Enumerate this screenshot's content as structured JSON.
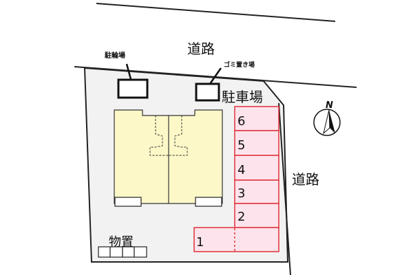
{
  "labels": {
    "road_top": "道路",
    "road_right": "道路",
    "bicycle_parking": "駐輪場",
    "garbage_area": "ゴミ置き場",
    "parking": "駐車場",
    "storage": "物置",
    "compass": "N"
  },
  "parking_spaces": [
    "6",
    "5",
    "4",
    "3",
    "2",
    "1"
  ],
  "colors": {
    "lot": "#f2f2f2",
    "building": "#fdf8c8",
    "parking_fill": "#fde4ec",
    "parking_stroke": "#e0303a"
  }
}
